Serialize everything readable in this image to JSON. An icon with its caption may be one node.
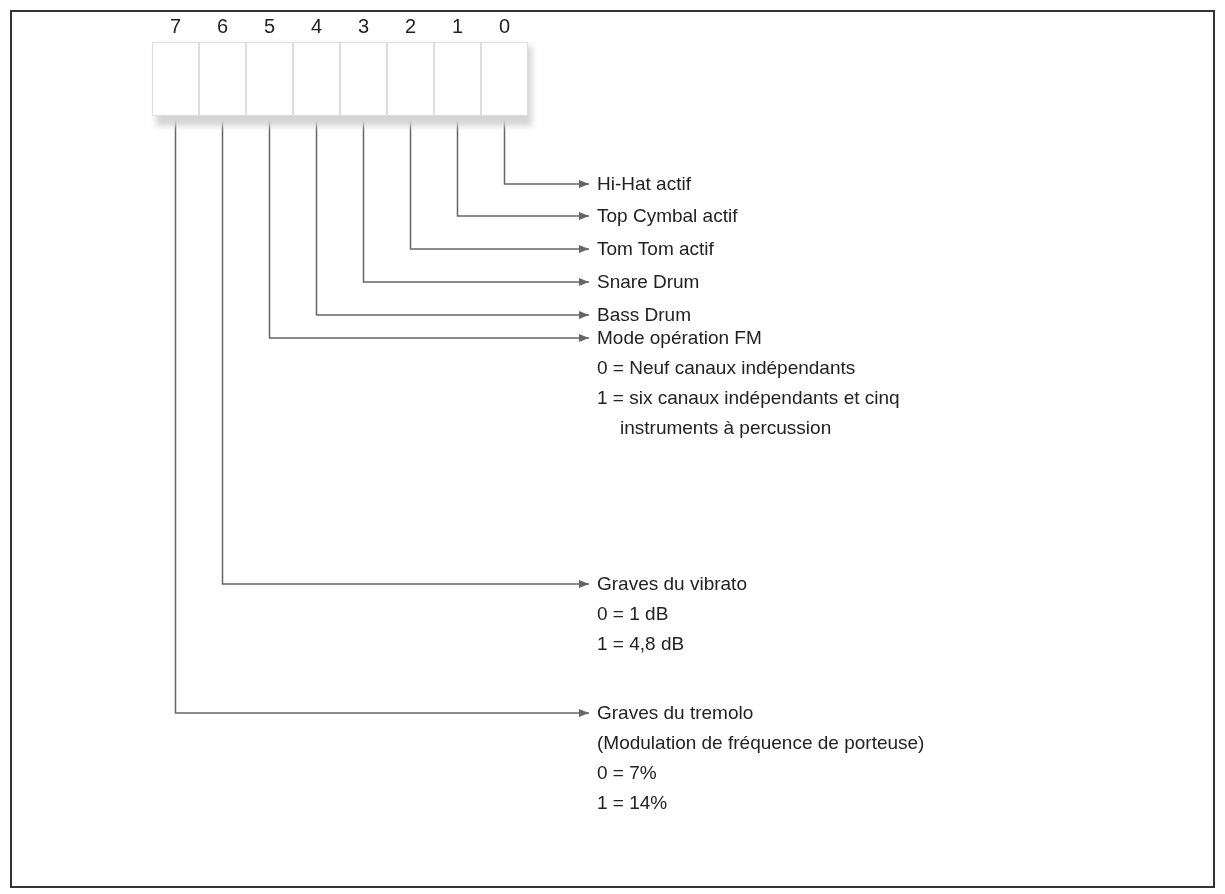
{
  "diagram": {
    "nodes": [
      {
        "text": [
          "7"
        ]
      },
      {
        "text": [
          "6"
        ]
      },
      {
        "text": [
          "5"
        ]
      },
      {
        "text": [
          "4"
        ]
      },
      {
        "text": [
          "3"
        ]
      },
      {
        "text": [
          "2"
        ]
      },
      {
        "text": [
          "1"
        ]
      },
      {
        "text": [
          "0"
        ]
      },
      {
        "text": [
          "Hi-Hat actif"
        ]
      },
      {
        "text": [
          "Top Cymbal actif"
        ]
      },
      {
        "text": [
          "Tom Tom actif"
        ]
      },
      {
        "text": [
          "Snare Drum"
        ]
      },
      {
        "text": [
          "Bass Drum"
        ]
      },
      {
        "text": [
          "Mode opération FM",
          "0 = Neuf canaux indépendants",
          "1 = six canaux indépendants et cinq instruments à percussion"
        ]
      },
      {
        "text": [
          "Graves du vibrato",
          "0 = 1 dB",
          "1 = 4,8 dB"
        ]
      },
      {
        "text": [
          "Graves du tremolo",
          "(Modulation de fréquence de porteuse)",
          "0 = 7%",
          "1 = 14%"
        ]
      }
    ],
    "edges": [
      {
        "from": 7,
        "to": 8,
        "arrow": "to"
      },
      {
        "from": 6,
        "to": 9,
        "arrow": "to"
      },
      {
        "from": 5,
        "to": 10,
        "arrow": "to"
      },
      {
        "from": 4,
        "to": 11,
        "arrow": "to"
      },
      {
        "from": 3,
        "to": 12,
        "arrow": "to"
      },
      {
        "from": 2,
        "to": 13,
        "arrow": "to"
      },
      {
        "from": 1,
        "to": 14,
        "arrow": "to"
      },
      {
        "from": 0,
        "to": 15,
        "arrow": "to"
      }
    ]
  }
}
